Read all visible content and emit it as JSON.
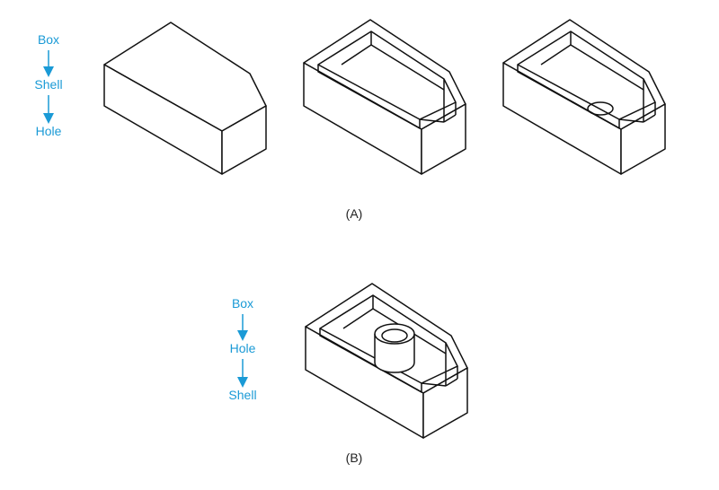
{
  "colors": {
    "accent": "#1a9ad6",
    "line": "#111111",
    "text": "#222222"
  },
  "sequence_a": {
    "steps": [
      "Box",
      "Shell",
      "Hole"
    ]
  },
  "sequence_b": {
    "steps": [
      "Box",
      "Hole",
      "Shell"
    ]
  },
  "labels": {
    "panel_a": "(A)",
    "panel_b": "(B)"
  }
}
